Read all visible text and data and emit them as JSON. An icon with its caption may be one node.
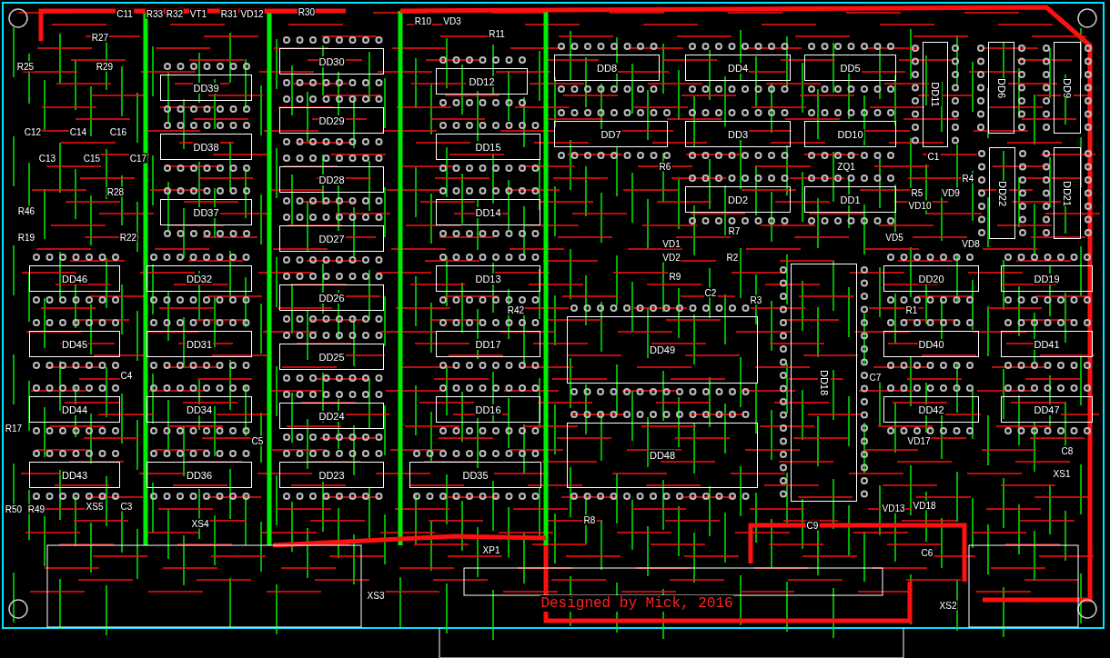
{
  "diagram": {
    "nodes": [
      {
        "text": [
          "DD30"
        ]
      },
      {
        "text": [
          "DD8"
        ]
      },
      {
        "text": [
          "DD12"
        ]
      },
      {
        "text": [
          "DD4"
        ]
      },
      {
        "text": [
          "DD5"
        ]
      },
      {
        "text": [
          "DD11"
        ]
      },
      {
        "text": [
          "DD6"
        ]
      },
      {
        "text": [
          "DD9"
        ]
      },
      {
        "text": [
          "DD39"
        ]
      },
      {
        "text": [
          "DD29"
        ]
      },
      {
        "text": [
          "DD15"
        ]
      },
      {
        "text": [
          "DD7"
        ]
      },
      {
        "text": [
          "DD3"
        ]
      },
      {
        "text": [
          "DD10"
        ]
      },
      {
        "text": [
          "DD38"
        ]
      },
      {
        "text": [
          "DD28"
        ]
      },
      {
        "text": [
          "DD2"
        ]
      },
      {
        "text": [
          "DD1"
        ]
      },
      {
        "text": [
          "DD22"
        ]
      },
      {
        "text": [
          "DD21"
        ]
      },
      {
        "text": [
          "DD37"
        ]
      },
      {
        "text": [
          "DD14"
        ]
      },
      {
        "text": [
          "DD27"
        ]
      },
      {
        "text": [
          "DD46"
        ]
      },
      {
        "text": [
          "DD32"
        ]
      },
      {
        "text": [
          "DD26"
        ]
      },
      {
        "text": [
          "DD13"
        ]
      },
      {
        "text": [
          "DD20"
        ]
      },
      {
        "text": [
          "DD19"
        ]
      },
      {
        "text": [
          "DD45"
        ]
      },
      {
        "text": [
          "DD31"
        ]
      },
      {
        "text": [
          "DD25"
        ]
      },
      {
        "text": [
          "DD17"
        ]
      },
      {
        "text": [
          "DD49"
        ]
      },
      {
        "text": [
          "DD40"
        ]
      },
      {
        "text": [
          "DD41"
        ]
      },
      {
        "text": [
          "DD18"
        ]
      },
      {
        "text": [
          "DD44"
        ]
      },
      {
        "text": [
          "DD34"
        ]
      },
      {
        "text": [
          "DD24"
        ]
      },
      {
        "text": [
          "DD16"
        ]
      },
      {
        "text": [
          "DD42"
        ]
      },
      {
        "text": [
          "DD47"
        ]
      },
      {
        "text": [
          "DD48"
        ]
      },
      {
        "text": [
          "DD43"
        ]
      },
      {
        "text": [
          "DD36"
        ]
      },
      {
        "text": [
          "DD23"
        ]
      },
      {
        "text": [
          "DD35"
        ]
      }
    ],
    "labels": [
      "C11",
      "R33",
      "R32",
      "VT1",
      "R31",
      "VD12",
      "R30",
      "R10",
      "VD3",
      "R11",
      "R27",
      "R25",
      "R29",
      "C12",
      "C14",
      "C16",
      "C13",
      "C15",
      "C17",
      "C1",
      "R6",
      "ZQ1",
      "R4",
      "R28",
      "R5",
      "VD9",
      "VD10",
      "R46",
      "R7",
      "R19",
      "R22",
      "VD5",
      "VD1",
      "VD8",
      "VD2",
      "R2",
      "R9",
      "C2",
      "R3",
      "R42",
      "R1",
      "C4",
      "C7",
      "R17",
      "C5",
      "VD17",
      "C8",
      "XS1",
      "R50",
      "R49",
      "XS5",
      "C3",
      "VD13",
      "VD18",
      "R8",
      "XS4",
      "C9",
      "XP1",
      "C6",
      "XS3",
      "Designed by Mick, 2016",
      "XS2"
    ]
  }
}
